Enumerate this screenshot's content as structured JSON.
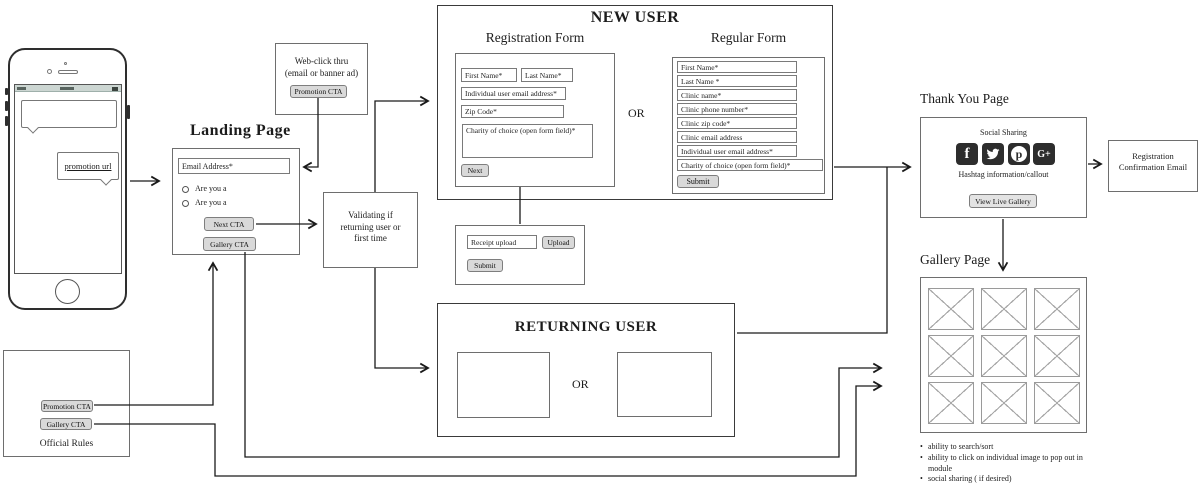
{
  "phone": {
    "bubble_url": "promotion url"
  },
  "web_click": {
    "line1": "Web-click thru",
    "line2": "(email or banner ad)",
    "promotion_cta": "Promotion CTA"
  },
  "landing": {
    "title": "Landing Page",
    "email_placeholder": "Email Address*",
    "radio1": "Are you a",
    "radio2": "Are you a",
    "next_cta": "Next CTA",
    "gallery_cta": "Gallery CTA"
  },
  "validating": {
    "text": "Validating if returning user or first time"
  },
  "new_user": {
    "title": "NEW USER",
    "or": "OR",
    "registration_form": {
      "title": "Registration Form",
      "first_name": "First Name*",
      "last_name": "Last Name*",
      "email": "Individual user email address*",
      "zip": "Zip Code*",
      "charity": "Charity of choice (open form field)*",
      "next": "Next"
    },
    "regular_form": {
      "title": "Regular Form",
      "fields": [
        "First Name*",
        "Last Name *",
        "Clinic name*",
        "Clinic phone number*",
        "Clinic zip code*",
        "Clinic email address",
        "Individual user email address*",
        "Charity of choice (open form field)*"
      ],
      "submit": "Submit"
    }
  },
  "receipt": {
    "input": "Receipt upload",
    "upload": "Upload",
    "submit": "Submit"
  },
  "returning_user": {
    "title": "RETURNING USER",
    "or": "OR"
  },
  "thank_you": {
    "title": "Thank You Page",
    "social_label": "Social Sharing",
    "icons": [
      "facebook",
      "twitter",
      "pinterest",
      "google-plus"
    ],
    "facebook_glyph": "f",
    "pinterest_glyph": "p",
    "gplus_glyph": "G+",
    "hashtag": "Hashtag information/callout",
    "view_gallery": "View Live Gallery"
  },
  "confirmation": {
    "text": "Registration Confirmation Email"
  },
  "gallery": {
    "title": "Gallery Page",
    "bullets": [
      "ability to search/sort",
      "ability to click on individual image to pop out in module",
      "social sharing ( if desired)"
    ]
  },
  "official": {
    "promotion_cta": "Promotion CTA",
    "gallery_cta": "Gallery CTA",
    "rules": "Official Rules"
  },
  "colors": {
    "line": "#1a1a1a",
    "button_bg": "#d9d9d9",
    "social_icon_bg": "#2d2d2d",
    "status_bar_bg": "#ccd6d2"
  }
}
